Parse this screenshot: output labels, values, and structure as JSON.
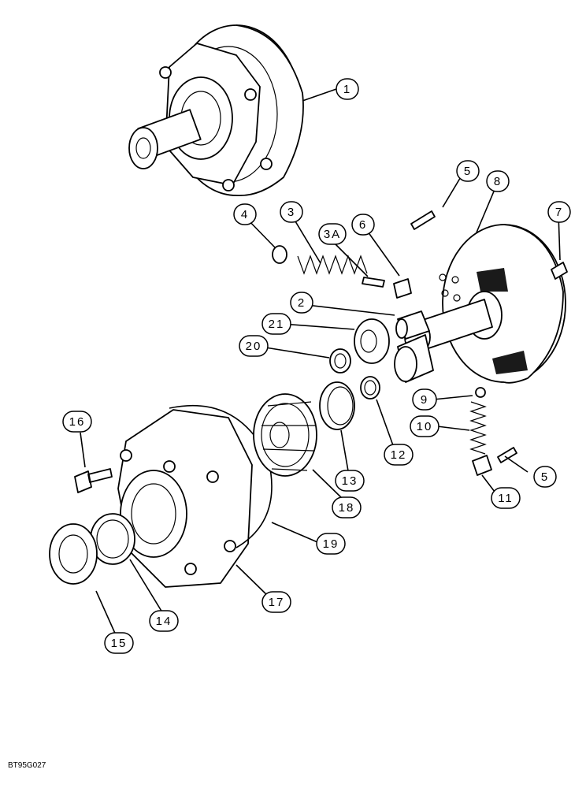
{
  "figure_code": "BT95G027",
  "callouts": [
    {
      "id": "1",
      "label": "1"
    },
    {
      "id": "2",
      "label": "2"
    },
    {
      "id": "3",
      "label": "3"
    },
    {
      "id": "3A",
      "label": "3A"
    },
    {
      "id": "4",
      "label": "4"
    },
    {
      "id": "5a",
      "label": "5"
    },
    {
      "id": "5b",
      "label": "5"
    },
    {
      "id": "6",
      "label": "6"
    },
    {
      "id": "7",
      "label": "7"
    },
    {
      "id": "8",
      "label": "8"
    },
    {
      "id": "9",
      "label": "9"
    },
    {
      "id": "10",
      "label": "10"
    },
    {
      "id": "11",
      "label": "11"
    },
    {
      "id": "12",
      "label": "12"
    },
    {
      "id": "13",
      "label": "13"
    },
    {
      "id": "14",
      "label": "14"
    },
    {
      "id": "15",
      "label": "15"
    },
    {
      "id": "16",
      "label": "16"
    },
    {
      "id": "17",
      "label": "17"
    },
    {
      "id": "18",
      "label": "18"
    },
    {
      "id": "19",
      "label": "19"
    },
    {
      "id": "20",
      "label": "20"
    },
    {
      "id": "21",
      "label": "21"
    }
  ]
}
